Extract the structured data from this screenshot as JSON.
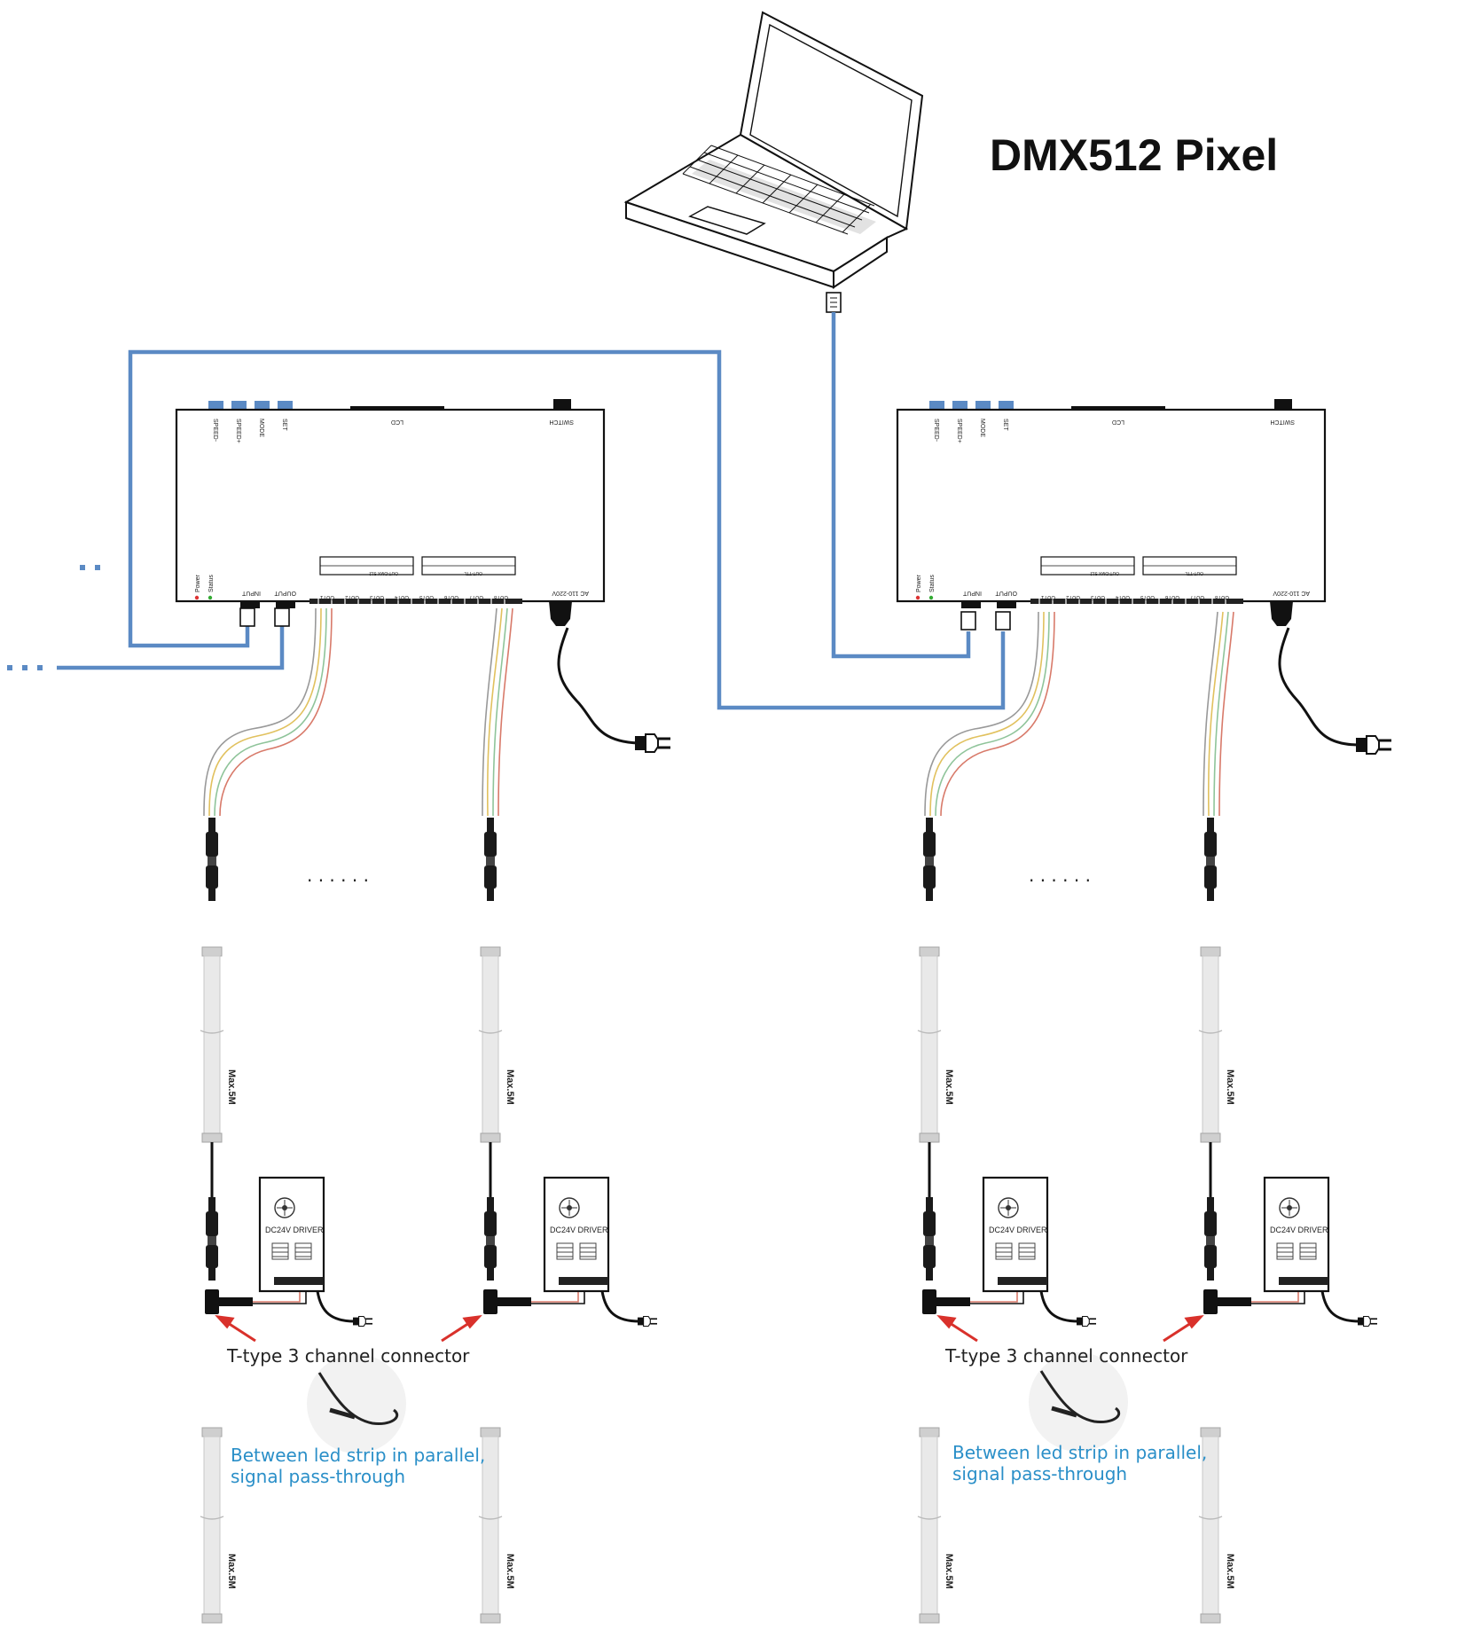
{
  "title": "DMX512 Pixel",
  "colors": {
    "dmx_cable": "#5b8ac4",
    "annotation_blue": "#2a8fc8",
    "arrow_red": "#d9312b",
    "wire_yellow": "#e1c15e",
    "wire_green": "#8fc49a",
    "wire_red": "#d87a6a"
  },
  "icons": [
    "laptop-icon",
    "rj45-plug-icon",
    "power-plug-icon",
    "t-connector-icon",
    "fan-icon"
  ],
  "controller": {
    "buttons": [
      "SPEED-",
      "SPEED+",
      "MODE",
      "SET"
    ],
    "lcd": "LCD",
    "switch": "SWITCH",
    "leds": [
      "Power",
      "Status"
    ],
    "ports": [
      "INPUT",
      "OUPUT"
    ],
    "outputs": [
      "OUT1",
      "OUT2",
      "OUT3",
      "OUT4",
      "OUT5",
      "OUT6",
      "OUT7",
      "OUT8"
    ],
    "ac": "AC 110-220V",
    "dmx_label": "OUT-DMX 512",
    "ttl_label": "OUT-TTL"
  },
  "driver_label": "DC24V DRIVER",
  "strip_label": "Max.5M",
  "connector_label": "T-type 3 channel connector",
  "parallel_label_1": "Between led strip in parallel,",
  "parallel_label_2": "signal pass-through",
  "ellipsis": "· · · · · ·"
}
